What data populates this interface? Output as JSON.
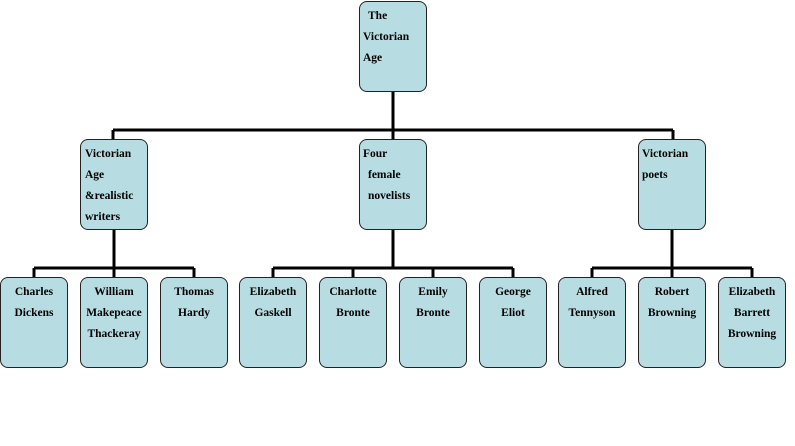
{
  "root": {
    "lines": [
      "The",
      "Victorian",
      "Age"
    ]
  },
  "categories": [
    {
      "lines": [
        "Victorian",
        "Age",
        "&realistic",
        "writers"
      ],
      "children": [
        {
          "lines": [
            "Charles",
            "Dickens"
          ]
        },
        {
          "lines": [
            "William",
            "Makepeace",
            "Thackeray"
          ]
        },
        {
          "lines": [
            "Thomas",
            "Hardy"
          ]
        }
      ]
    },
    {
      "lines": [
        "Four",
        "female",
        "novelists"
      ],
      "children": [
        {
          "lines": [
            "Elizabeth",
            "Gaskell"
          ]
        },
        {
          "lines": [
            "Charlotte",
            "Bronte"
          ]
        },
        {
          "lines": [
            "Emily",
            "Bronte"
          ]
        },
        {
          "lines": [
            "George",
            "Eliot"
          ]
        }
      ]
    },
    {
      "lines": [
        "Victorian",
        "poets"
      ],
      "children": [
        {
          "lines": [
            "Alfred",
            "Tennyson"
          ]
        },
        {
          "lines": [
            "Robert",
            "Browning"
          ]
        },
        {
          "lines": [
            "Elizabeth",
            "Barrett",
            "Browning"
          ]
        }
      ]
    }
  ],
  "style": {
    "node_fill": "#b7dde2",
    "node_border": "#222222",
    "connector": "#000000"
  }
}
